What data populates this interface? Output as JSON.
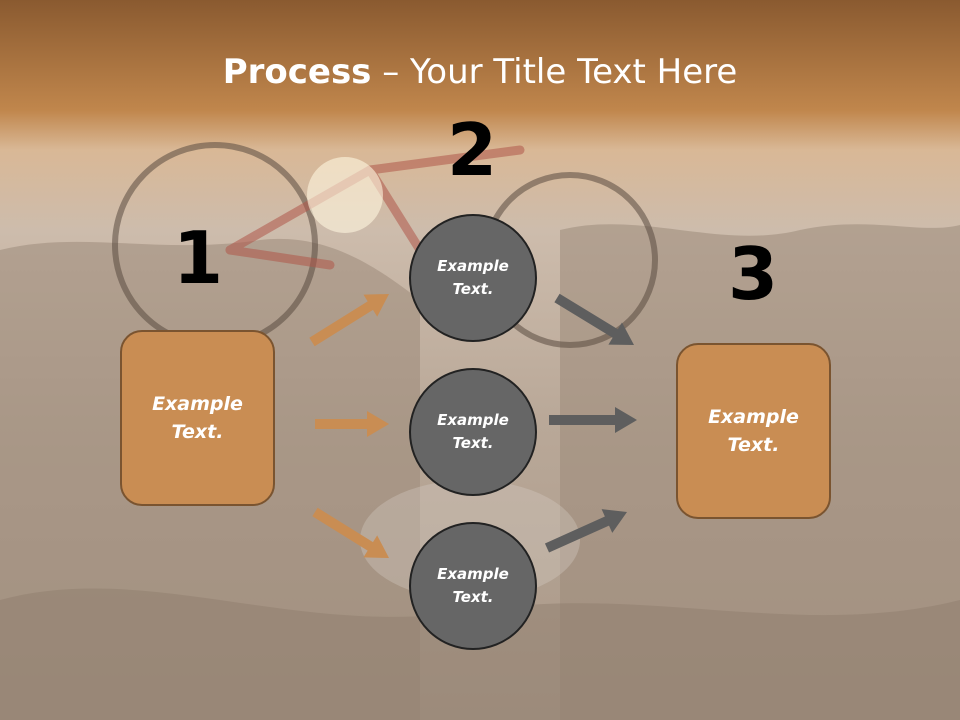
{
  "title": {
    "bold": "Process",
    "rest": " – Your Title Text Here"
  },
  "colors": {
    "box_fill": "#c98d53",
    "circle_fill": "#666666",
    "orange_arrow": "#c98d53",
    "gray_arrow": "#5e5e5e"
  },
  "steps": [
    {
      "number": "1",
      "label": "Example\nText."
    },
    {
      "number": "2",
      "items": [
        "Example\nText.",
        "Example\nText.",
        "Example\nText."
      ]
    },
    {
      "number": "3",
      "label": "Example\nText."
    }
  ]
}
